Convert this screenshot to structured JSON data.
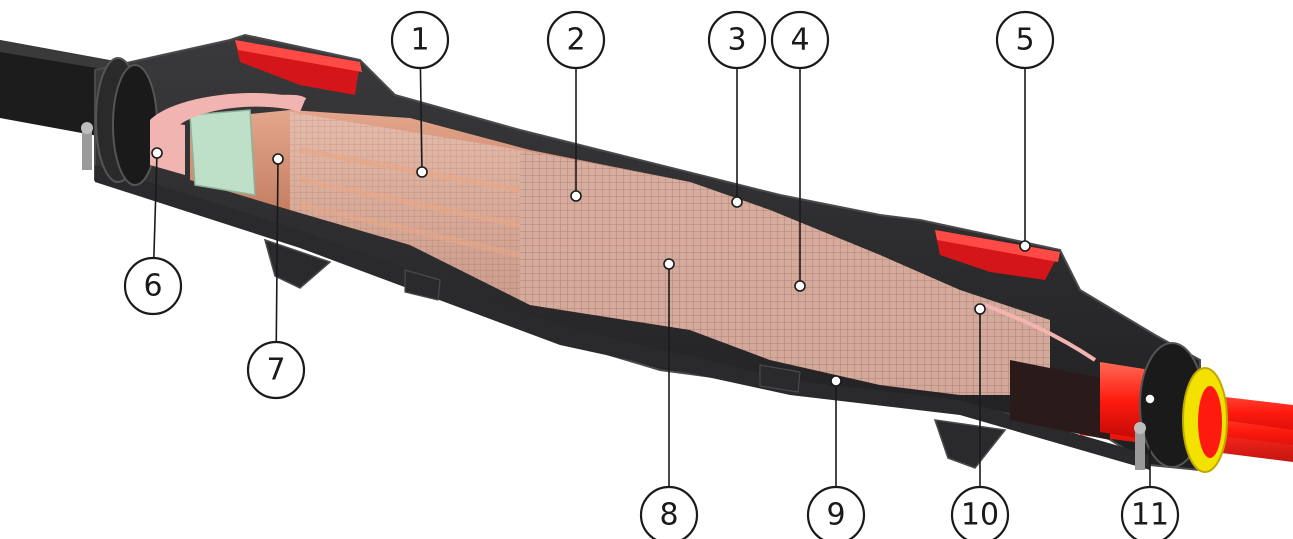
{
  "callouts": [
    {
      "label": "1"
    },
    {
      "label": "2"
    },
    {
      "label": "3"
    },
    {
      "label": "4"
    },
    {
      "label": "5"
    },
    {
      "label": "6"
    },
    {
      "label": "7"
    },
    {
      "label": "8"
    },
    {
      "label": "9"
    },
    {
      "label": "10"
    },
    {
      "label": "11"
    }
  ],
  "colors": {
    "cable_jacket": "#1c1c1c",
    "housing": "#2f2f31",
    "housing_edge": "#4a4a4c",
    "seal_red": "#d4161a",
    "copper": "#c9826a",
    "mesh": "#d9b7ac",
    "pink_strap": "#f2b4b0",
    "insulator_green": "#bfe0c8",
    "core_red": "#ff1a0f",
    "yellow_ring": "#f3e100"
  }
}
